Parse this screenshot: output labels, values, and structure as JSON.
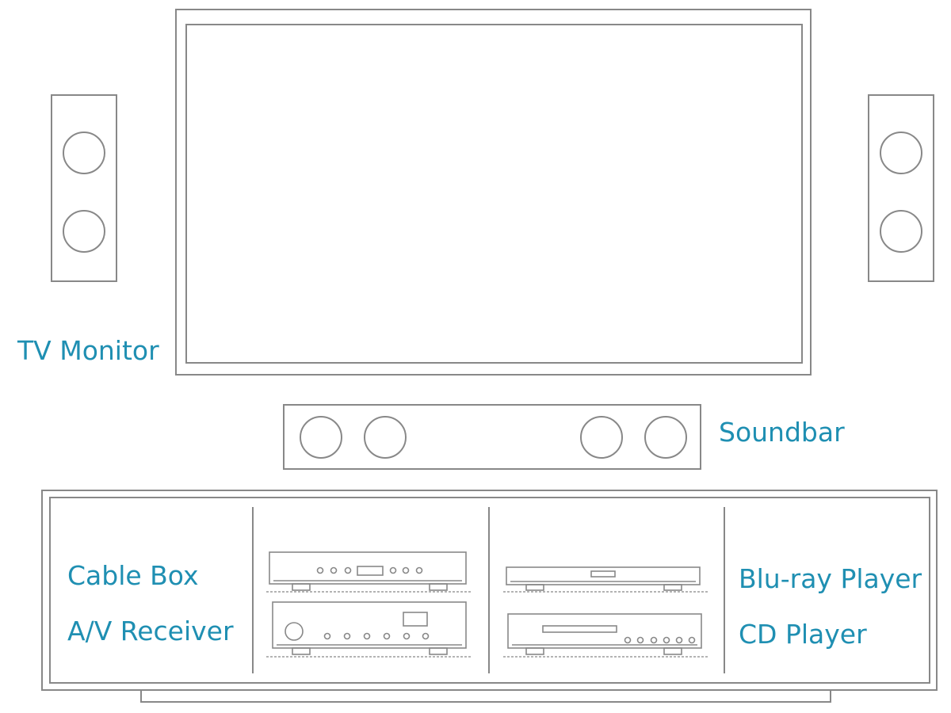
{
  "labels": {
    "tv_monitor": "TV Monitor",
    "soundbar": "Soundbar",
    "cable_box": "Cable Box",
    "av_receiver": "A/V Receiver",
    "bluray_player": "Blu-ray Player",
    "cd_player": "CD Player"
  },
  "colors": {
    "label": "#1f8fb2",
    "stroke": "#888888"
  }
}
